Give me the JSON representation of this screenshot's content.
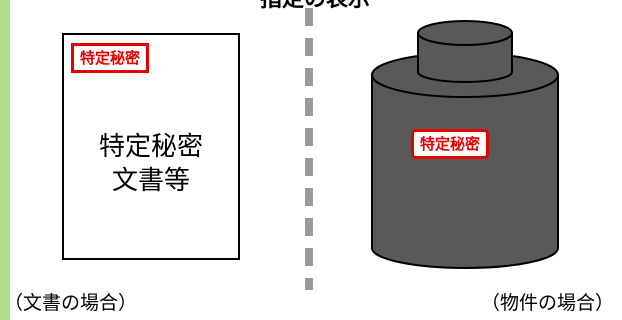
{
  "header": {
    "title": "指定の表示"
  },
  "document_case": {
    "stamp": "特定秘密",
    "body_line1": "特定秘密",
    "body_line2": "文書等",
    "caption": "（文書の場合）"
  },
  "object_case": {
    "stamp": "特定秘密",
    "caption": "（物件の場合）"
  },
  "colors": {
    "stamp_red": "#e60000",
    "cylinder_fill": "#595959",
    "side_border": "#b3de8c",
    "divider": "#9a9a9a"
  }
}
